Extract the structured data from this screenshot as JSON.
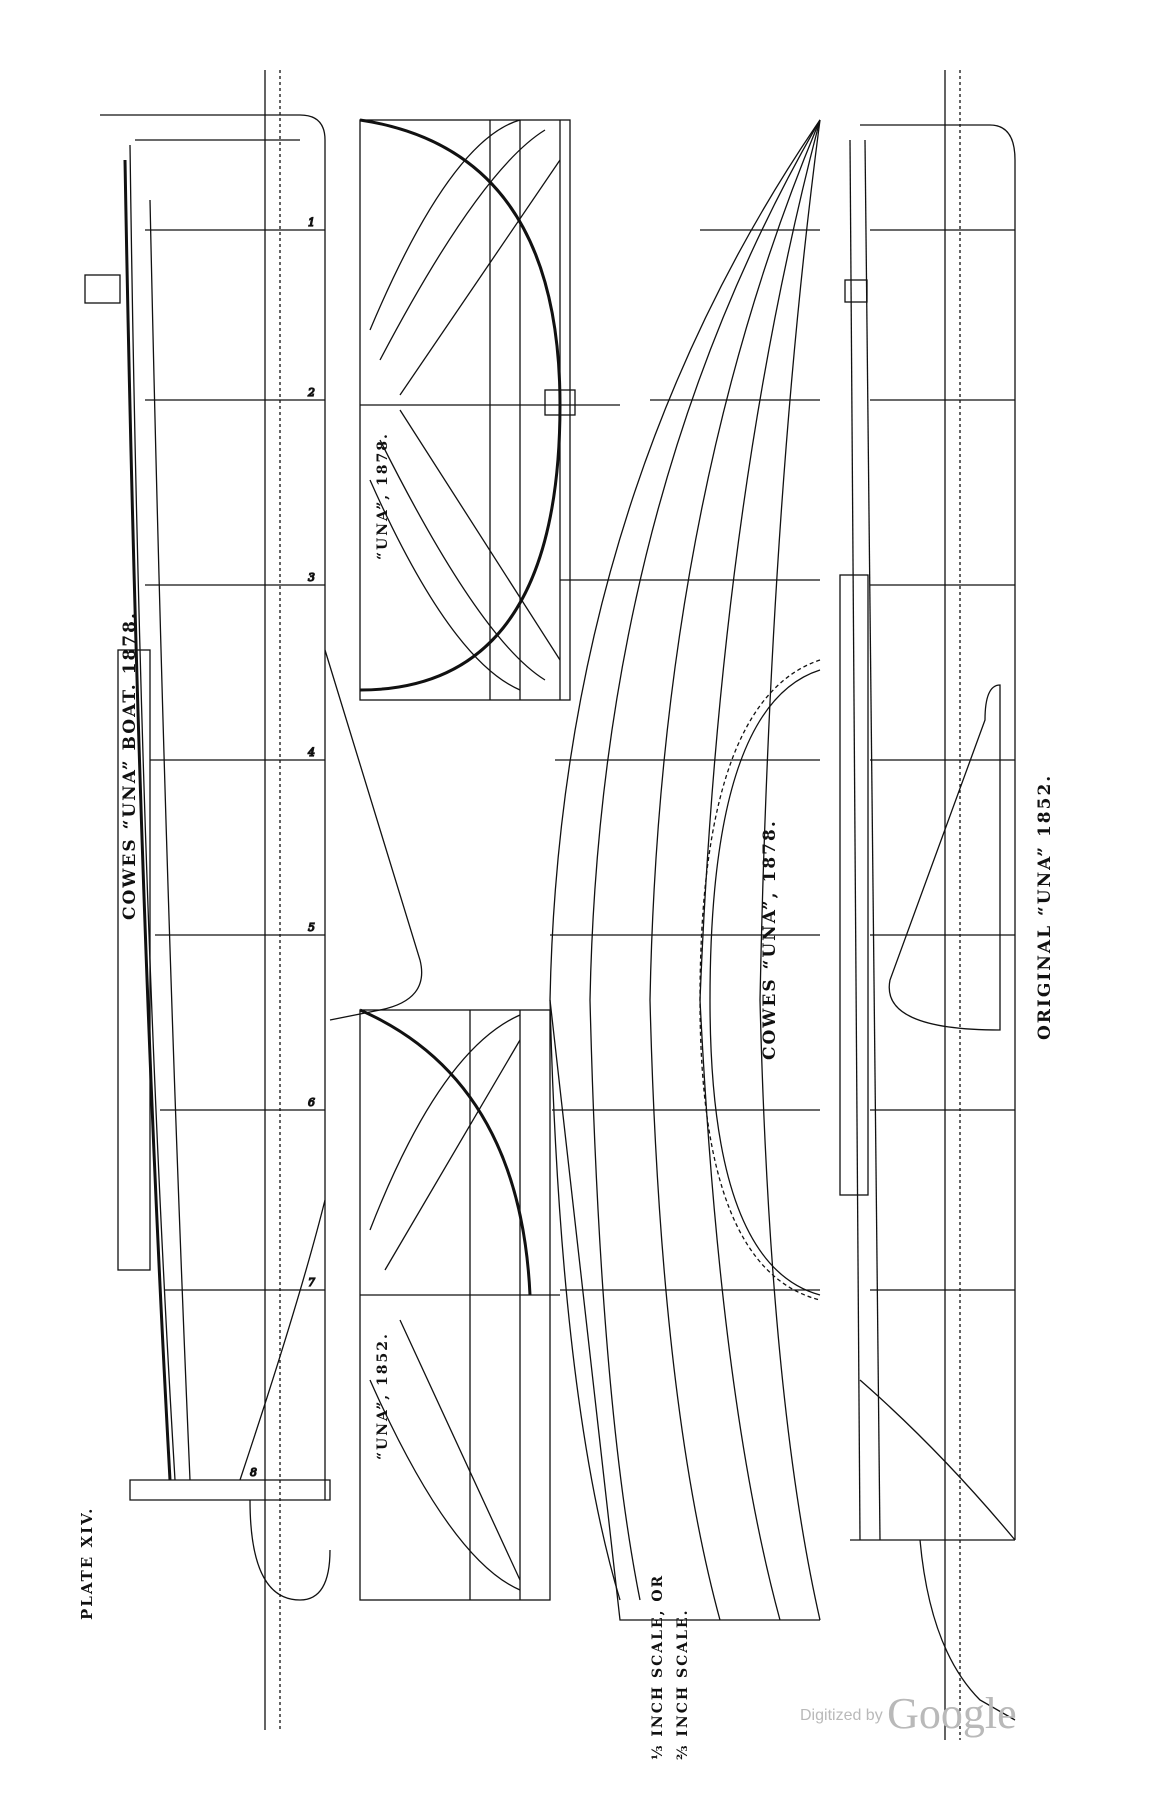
{
  "plate": {
    "label": "PLATE XIV.",
    "scale_line_1": "⅓ INCH SCALE, OR",
    "scale_line_2": "⅔ INCH SCALE."
  },
  "titles": {
    "cowes_boat": "COWES “UNA” BOAT. 1878.",
    "body_plan_1878": "“UNA”, 1878.",
    "body_plan_1852": "“UNA”, 1852.",
    "half_breadth_1878": "COWES “UNA”, 1878.",
    "original_1852": "ORIGINAL “UNA” 1852."
  },
  "station_numbers": [
    "1",
    "2",
    "3",
    "4",
    "5",
    "6",
    "7",
    "8"
  ],
  "watermark": {
    "prefix": "Digitized by",
    "brand": "Google"
  }
}
